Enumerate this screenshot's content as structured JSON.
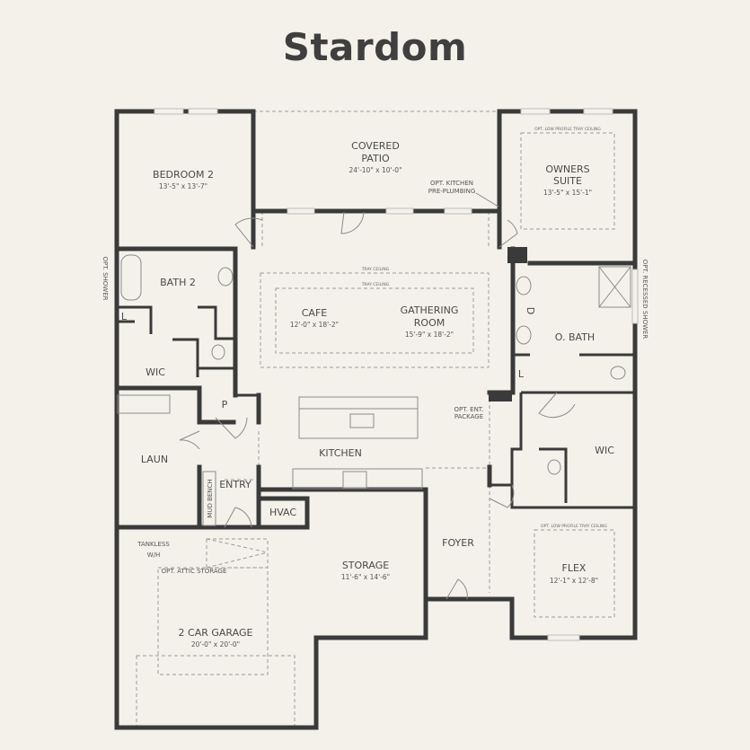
{
  "title": "Stardom",
  "colors": {
    "background": "#f3f1ea",
    "walls": "#3a3a3a",
    "text": "#4a4a4a"
  },
  "rooms": {
    "bedroom2": {
      "name": "BEDROOM 2",
      "dims": "13'-5\" x 13'-7\""
    },
    "covered_patio": {
      "name_line1": "COVERED",
      "name_line2": "PATIO",
      "dims": "24'-10\" x 10'-0\""
    },
    "owners_suite": {
      "name_line1": "OWNERS",
      "name_line2": "SUITE",
      "dims": "13'-5\" x 15'-1\""
    },
    "bath2": {
      "name": "BATH 2"
    },
    "linen_left": {
      "name": "L"
    },
    "wic_left": {
      "name": "WIC"
    },
    "cafe": {
      "name": "CAFE",
      "dims": "12'-0\" x 18'-2\""
    },
    "gathering_room": {
      "name_line1": "GATHERING",
      "name_line2": "ROOM",
      "dims": "15'-9\" x 18'-2\""
    },
    "pantry": {
      "name": "P"
    },
    "laundry": {
      "name": "LAUN"
    },
    "kitchen": {
      "name": "KITCHEN"
    },
    "entry": {
      "name": "ENTRY"
    },
    "mud_bench": {
      "name": "MUD BENCH"
    },
    "hvac": {
      "name": "HVAC"
    },
    "o_bath": {
      "name": "O. BATH"
    },
    "dryer_mark": {
      "name": "D"
    },
    "linen_right": {
      "name": "L"
    },
    "wic_right": {
      "name": "WIC"
    },
    "foyer": {
      "name": "FOYER"
    },
    "flex": {
      "name": "FLEX",
      "dims": "12'-1\" x 12'-8\""
    },
    "storage": {
      "name": "STORAGE",
      "dims": "11'-6\" x 14'-6\""
    },
    "garage": {
      "name": "2 CAR GARAGE",
      "dims": "20'-0\" x 20'-0\""
    },
    "tankless": {
      "name_line1": "TANKLESS",
      "name_line2": "W/H"
    }
  },
  "notes": {
    "opt_kitchen_line1": "OPT. KITCHEN",
    "opt_kitchen_line2": "PRE-PLUMBING",
    "tray_ceiling_outer": "TRAY CEILING",
    "tray_ceiling_inner": "TRAY CEILING",
    "owners_tray": "OPT. LOW PROFILE TRAY CEILING",
    "flex_tray": "OPT. LOW PROFILE TRAY CEILING",
    "opt_shower": "OPT. SHOWER",
    "opt_recessed_shower": "OPT. RECESSED SHOWER",
    "opt_ent_line1": "OPT. ENT.",
    "opt_ent_line2": "PACKAGE",
    "opt_attic": "OPT. ATTIC STORAGE"
  }
}
